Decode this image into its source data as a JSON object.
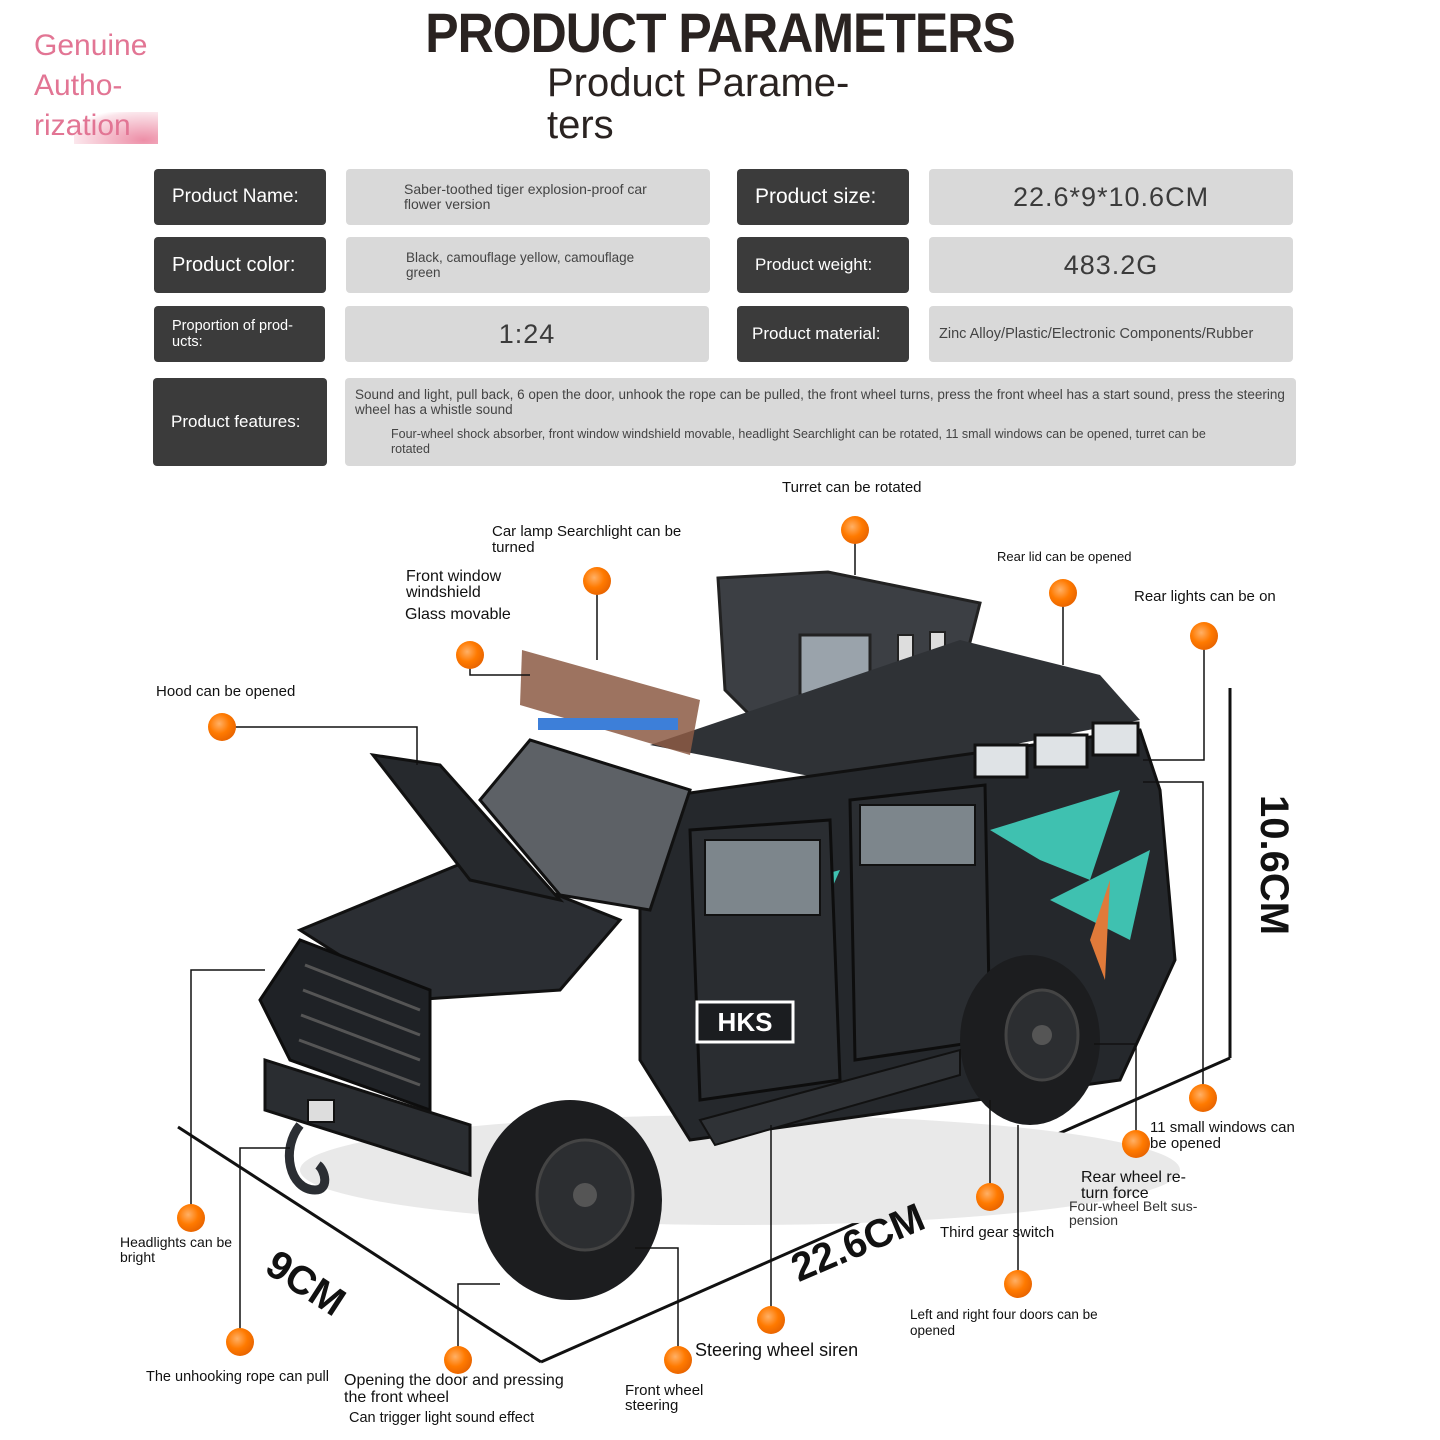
{
  "stamp": {
    "lines": [
      "Genuine",
      "Autho-",
      "rization"
    ]
  },
  "header": {
    "title": "PRODUCT PARAMETERS",
    "subtitle_line1": "Product Parame-",
    "subtitle_line2": "ters"
  },
  "params": {
    "name_label": "Product Name:",
    "name_value": "Saber-toothed tiger explosion-proof car flower version",
    "size_label": "Product size:",
    "size_value": "22.6*9*10.6CM",
    "color_label": "Product color:",
    "color_value": "Black, camouflage yellow, camouflage green",
    "weight_label": "Product weight:",
    "weight_value": "483.2G",
    "proportion_label": "Proportion of prod-ucts:",
    "proportion_value": "1:24",
    "material_label": "Product material:",
    "material_value": "Zinc Alloy/Plastic/Electronic Components/Rubber",
    "features_label": "Product features:",
    "features_line1": "Sound and light, pull back, 6 open the door, unhook the rope can be pulled, the front wheel turns, press the front wheel has a start sound, press the steering wheel has a whistle sound",
    "features_line2": "Four-wheel shock absorber, front window windshield movable, headlight Searchlight can be rotated, 11 small windows can be opened, turret can be rotated"
  },
  "callouts": {
    "turret": "Turret can be rotated",
    "searchlight": "Car lamp Searchlight can be turned",
    "windshield_1": "Front window windshield",
    "windshield_2": "Glass movable",
    "rear_lid": "Rear lid can be opened",
    "rear_lights": "Rear lights can be on",
    "hood": "Hood can be opened",
    "small_windows": "11 small windows can be opened",
    "rear_wheel_1": "Rear wheel re-turn force",
    "rear_wheel_2": "Four-wheel Belt sus-pension",
    "third_gear": "Third gear switch",
    "headlights": "Headlights can be bright",
    "doors": "Left and right four doors can be opened",
    "steering_siren": "Steering wheel siren",
    "rope": "The unhooking rope can pull",
    "door_wheel_1": "Opening the door and pressing the front wheel",
    "door_wheel_2": "Can trigger light sound effect",
    "front_wheel": "Front wheel steering"
  },
  "dimensions": {
    "width": "9CM",
    "length": "22.6CM",
    "height": "10.6CM"
  },
  "colors": {
    "dot": "#ff7a00",
    "dark_cell": "#3b3b3b",
    "light_cell": "#d9d9d9",
    "stamp": "#e27594",
    "camo": "#3fc1b0"
  }
}
